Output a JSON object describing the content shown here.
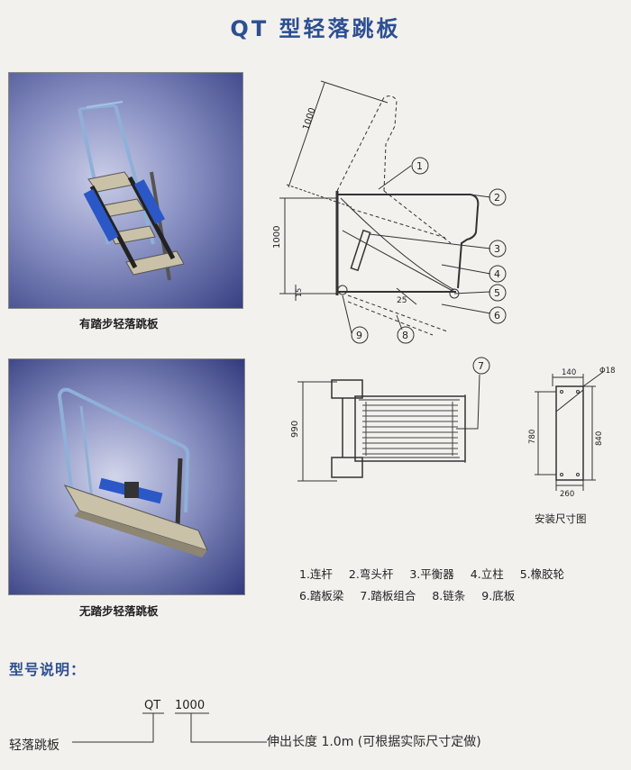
{
  "title": "QT 型轻落跳板",
  "photos": {
    "with_steps_caption": "有踏步轻落跳板",
    "without_steps_caption": "无踏步轻落跳板"
  },
  "side_view": {
    "dim_length": "1000",
    "dim_height": "1000",
    "dim_15": "15",
    "dim_25": "25",
    "callouts": [
      "1",
      "2",
      "3",
      "4",
      "5",
      "6",
      "8",
      "9"
    ]
  },
  "top_view": {
    "dim_width": "990",
    "callout": "7"
  },
  "install_view": {
    "dim_140": "140",
    "dim_phi": "Φ18",
    "dim_780": "780",
    "dim_840": "840",
    "dim_260": "260",
    "caption": "安装尺寸图"
  },
  "legend_row1": [
    "1.连杆",
    "2.弯头杆",
    "3.平衡器",
    "4.立柱",
    "5.橡胶轮"
  ],
  "legend_row2": [
    "6.踏板梁",
    "7.踏板组合",
    "8.链条",
    "9.底板"
  ],
  "model": {
    "heading": "型号说明：",
    "code_prefix": "QT",
    "code_length": "1000",
    "name_label": "轻落跳板",
    "length_desc": "伸出长度 1.0m (可根据实际尺寸定做)"
  },
  "colors": {
    "title": "#2c4f92",
    "heading": "#2c4f92",
    "photo_bg": "#3a4286",
    "rail": "#8fb0d8",
    "step": "#c9c1a8"
  }
}
